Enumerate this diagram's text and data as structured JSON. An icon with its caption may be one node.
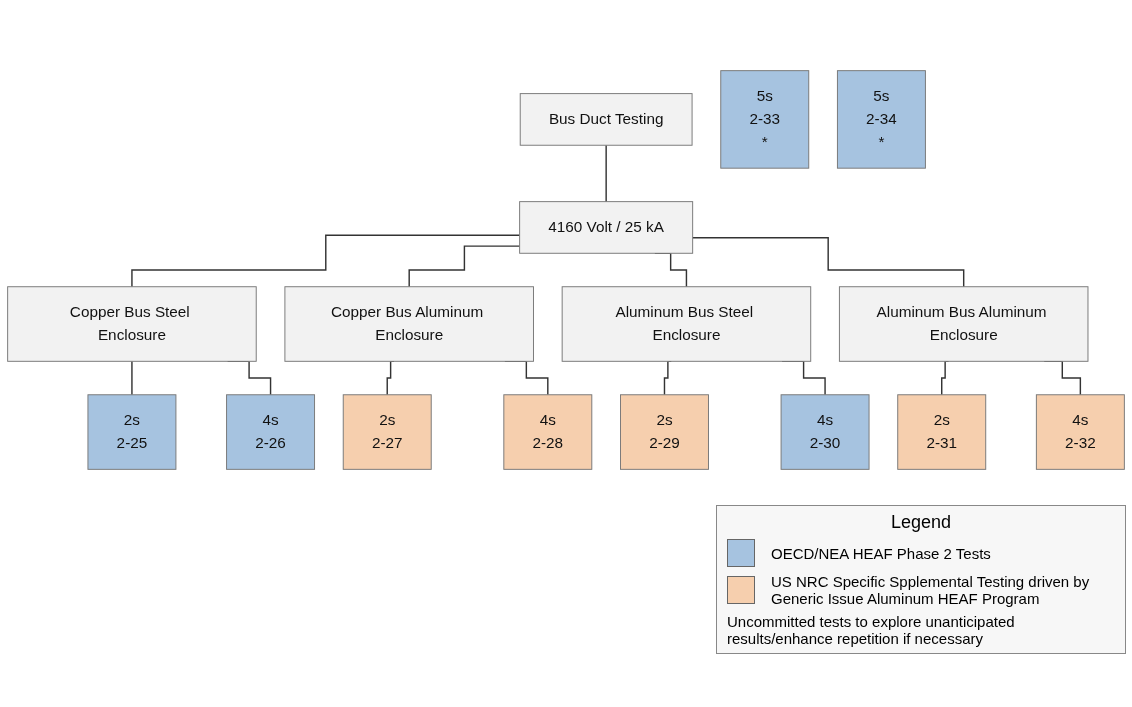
{
  "diagram": {
    "nodes": [
      {
        "text": [
          "Bus Duct Testing"
        ]
      },
      {
        "text": [
          "4160 Volt / 25 kA"
        ]
      },
      {
        "text": [
          "Copper Bus Steel Enclosure"
        ]
      },
      {
        "text": [
          "Copper Bus Aluminum Enclosure"
        ]
      },
      {
        "text": [
          "Aluminum Bus Steel Enclosure"
        ]
      },
      {
        "text": [
          "Aluminum Bus Aluminum Enclosure"
        ]
      },
      {
        "text": [
          "2s",
          "2-25"
        ]
      },
      {
        "text": [
          "4s",
          "2-26"
        ]
      },
      {
        "text": [
          "2s",
          "2-27"
        ]
      },
      {
        "text": [
          "4s",
          "2-28"
        ]
      },
      {
        "text": [
          "2s",
          "2-29"
        ]
      },
      {
        "text": [
          "4s",
          "2-30"
        ]
      },
      {
        "text": [
          "2s",
          "2-31"
        ]
      },
      {
        "text": [
          "4s",
          "2-32"
        ]
      },
      {
        "text": [
          "5s",
          "2-33",
          "*"
        ]
      },
      {
        "text": [
          "5s",
          "2-34",
          "*"
        ]
      }
    ],
    "edges": [
      {
        "from": 0,
        "to": 1,
        "arrow": "none"
      },
      {
        "from": 1,
        "to": 2,
        "arrow": "none"
      },
      {
        "from": 1,
        "to": 3,
        "arrow": "none"
      },
      {
        "from": 1,
        "to": 4,
        "arrow": "none"
      },
      {
        "from": 1,
        "to": 5,
        "arrow": "none"
      },
      {
        "from": 2,
        "to": 6,
        "arrow": "none"
      },
      {
        "from": 2,
        "to": 7,
        "arrow": "none"
      },
      {
        "from": 3,
        "to": 8,
        "arrow": "none"
      },
      {
        "from": 3,
        "to": 9,
        "arrow": "none"
      },
      {
        "from": 4,
        "to": 10,
        "arrow": "none"
      },
      {
        "from": 4,
        "to": 11,
        "arrow": "none"
      },
      {
        "from": 5,
        "to": 12,
        "arrow": "none"
      },
      {
        "from": 5,
        "to": 13,
        "arrow": "none"
      }
    ],
    "labels": [
      "Legend",
      "Uncommitted tests to explore unanticipated results/enhance repetition if necessary"
    ],
    "legend": [
      {
        "text": "OECD/NEA HEAF Phase 2 Tests",
        "color": "#a6c3e0"
      },
      {
        "text": "US NRC Specific Spplemental Testing driven by Generic Issue Aluminum HEAF Program",
        "color": "#f6cfae"
      }
    ]
  }
}
